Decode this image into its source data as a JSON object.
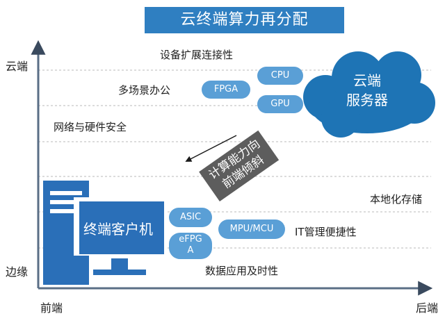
{
  "title": "云终端算力再分配",
  "axes": {
    "y_top": "云端",
    "y_bottom": "边缘",
    "x_left": "前端",
    "x_right": "后端"
  },
  "features": {
    "device_connectivity": "设备扩展连接性",
    "multi_scene_office": "多场景办公",
    "network_hardware_security": "网络与硬件安全",
    "local_storage": "本地化存储",
    "it_management": "IT管理便捷性",
    "data_timeliness": "数据应用及时性"
  },
  "chips": {
    "cpu": "CPU",
    "fpga": "FPGA",
    "gpu": "GPU",
    "asic": "ASIC",
    "efpga_line1": "eFPG",
    "efpga_line2": "A",
    "mpu_mcu": "MPU/MCU"
  },
  "cloud": {
    "line1": "云端",
    "line2": "服务器"
  },
  "client": {
    "label": "终端客户机"
  },
  "shift": {
    "line1": "计算能力向",
    "line2": "前端倾斜"
  },
  "colors": {
    "title_bg": "#2f7fc1",
    "pill": "#5a9fd6",
    "cloud": "#1e74b5",
    "monitor": "#2a6fb8",
    "arrow_box": "#5d5d5d",
    "axis": "#5a6e86",
    "grid": "#b9b9b9"
  }
}
